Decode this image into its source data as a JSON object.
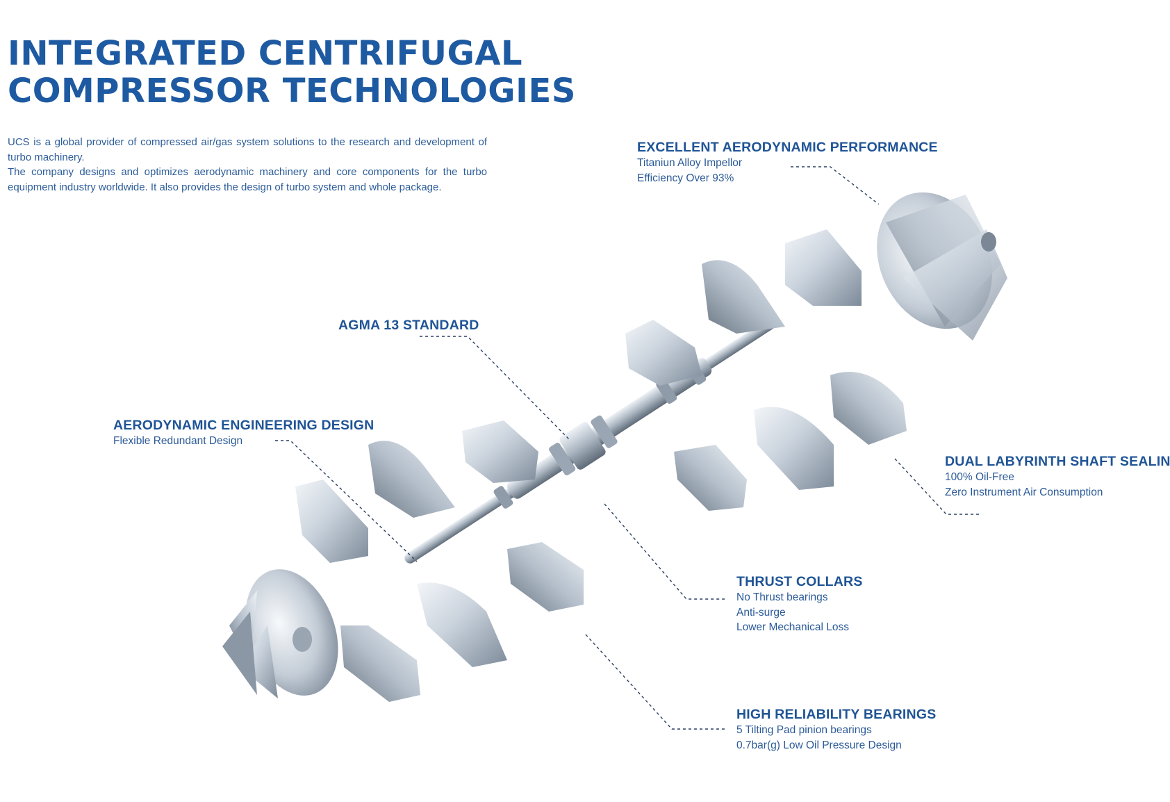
{
  "title": {
    "line1": "INTEGRATED CENTRIFUGAL",
    "line2": "COMPRESSOR TECHNOLOGIES"
  },
  "intro": {
    "p1": "UCS is a global provider of compressed air/gas system solutions to the research and development of turbo machinery.",
    "p2": "The company designs and optimizes aerodynamic machinery and core components for the turbo equipment industry worldwide. It also provides the design of turbo system and whole package."
  },
  "callouts": {
    "aero_performance": {
      "heading": "EXCELLENT AERODYNAMIC PERFORMANCE",
      "lines": [
        "Titaniun Alloy Impellor",
        "Efficiency Over 93%"
      ]
    },
    "agma": {
      "heading": "AGMA 13 STANDARD"
    },
    "aero_design": {
      "heading": "AERODYNAMIC ENGINEERING DESIGN",
      "lines": [
        "Flexible Redundant Design"
      ]
    },
    "labyrinth": {
      "heading": "DUAL LABYRINTH SHAFT SEALING",
      "lines": [
        "100% Oil-Free",
        "Zero Instrument Air Consumption"
      ]
    },
    "thrust": {
      "heading": "THRUST COLLARS",
      "lines": [
        "No Thrust bearings",
        "Anti-surge",
        "Lower Mechanical Loss"
      ]
    },
    "bearings": {
      "heading": "HIGH RELIABILITY BEARINGS",
      "lines": [
        "5 Tilting Pad pinion bearings",
        "0.7bar(g) Low Oil Pressure Design"
      ]
    }
  },
  "colors": {
    "heading": "#1e5aa2",
    "body_text": "#2d5d99",
    "leader_line": "#2a3f63",
    "metal_light": "#e9eef4",
    "metal_mid": "#b9c4d0",
    "metal_dark": "#6f7d8c"
  }
}
